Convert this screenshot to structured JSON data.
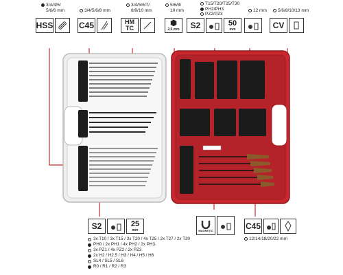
{
  "colors": {
    "leader_line": "#c8282d",
    "case_red": "#c8282d",
    "case_clear": "#e6e6e6",
    "badge_border": "#333333"
  },
  "top_specs": {
    "hss": {
      "lines": [
        "3/4/4/5/",
        "5/6/6 mm"
      ],
      "badge": "HSS",
      "icon": "spiral-drill-icon"
    },
    "c45_drill": {
      "lines": [
        "3/4/5/6/8 mm"
      ],
      "badge": "C45",
      "icon": "wood-drill-icon"
    },
    "hm_tc": {
      "lines": [
        "3/4/5/6/7/",
        "8/9/10 mm"
      ],
      "badge_line1": "HM",
      "badge_line2": "TC",
      "icon": "masonry-drill-icon"
    },
    "hex_sizes": {
      "lines": [
        "5/6/8/",
        "10 mm"
      ],
      "badge": "⬢",
      "badge_caption": "2,5 mm"
    },
    "torx": {
      "lines": [
        "T15/T20/T25/T30",
        "PH2/PH3",
        "PZ2/PZ3"
      ],
      "badge": "S2",
      "badge2": "50",
      "badge2_unit": "mm"
    },
    "twelve": {
      "lines": [
        "12 mm"
      ],
      "icon": "socket-icon"
    },
    "cv": {
      "lines": [
        "5/6/8/10/13 mm"
      ],
      "badge": "CV"
    }
  },
  "bottom_left": {
    "badge": "S2",
    "badge2": "25",
    "badge2_unit": "mm",
    "lines": [
      "3x T10 / 3x T15 / 3x T20 / 4x T25 / 2x T27 / 2x T30",
      "PH0 / 2x PH1 / 4x PH2 / 2x PH3",
      "3x PZ1 / 4x PZ2 / 2x PZ3",
      "2x H2 / H2.5 / H3 / H4 / H5 / H6",
      "SL4 / SL5 / SL6",
      "R0 / R1 / R2 / R3"
    ]
  },
  "bottom_mid": {
    "caption": "MAGNETIC",
    "icon": "magnet-icon"
  },
  "bottom_right": {
    "badge": "C45",
    "lines": [
      "12/14/18/20/22 mm"
    ],
    "icon": "spade-bit-icon"
  }
}
